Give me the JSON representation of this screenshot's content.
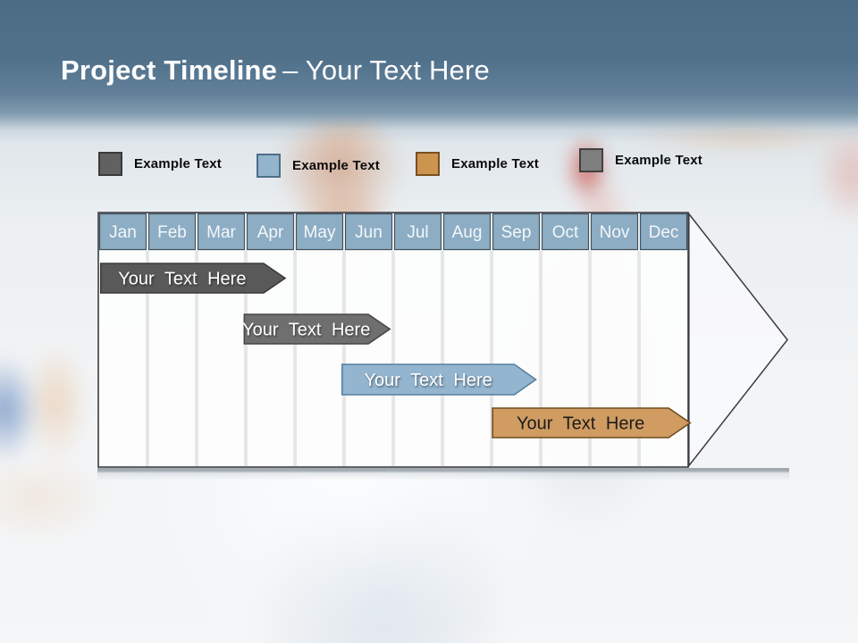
{
  "slide_title": {
    "bold": "Project Timeline",
    "regular": "– Your Text Here"
  },
  "legend": {
    "items": [
      {
        "label": "Example Text",
        "swatch_color": "#616161",
        "swatch_border": "#3a3a3a"
      },
      {
        "label": "Example Text",
        "swatch_color": "#93b4cd",
        "swatch_border": "#4e6e86"
      },
      {
        "label": "Example Text",
        "swatch_color": "#cd9450",
        "swatch_border": "#7a5020"
      },
      {
        "label": "Example Text",
        "swatch_color": "#7e7e7e",
        "swatch_border": "#404040"
      }
    ]
  },
  "timeline": {
    "months": [
      "Jan",
      "Feb",
      "Mar",
      "Apr",
      "May",
      "Jun",
      "Jul",
      "Aug",
      "Sep",
      "Oct",
      "Nov",
      "Dec"
    ],
    "header_fill": "#8cadc4",
    "bars": [
      {
        "label": "Your Text Here",
        "row": 0,
        "start_month": 0.05,
        "end_month": 3.8,
        "fill": "#595959",
        "stroke": "#3a3a3a",
        "text_color": "#ffffff"
      },
      {
        "label": "Your Text Here",
        "row": 1,
        "start_month": 2.97,
        "end_month": 5.93,
        "fill": "#6f6f6f",
        "stroke": "#474747",
        "text_color": "#ffffff"
      },
      {
        "label": "Your Text Here",
        "row": 2,
        "start_month": 4.96,
        "end_month": 8.9,
        "fill": "#93b5cf",
        "stroke": "#56809f",
        "text_color": "#ffffff"
      },
      {
        "label": "Your Text Here",
        "row": 3,
        "start_month": 8.02,
        "end_month": 12.04,
        "fill": "#d09c61",
        "stroke": "#6f4c1d",
        "text_color": "#1c1c1c"
      }
    ]
  }
}
